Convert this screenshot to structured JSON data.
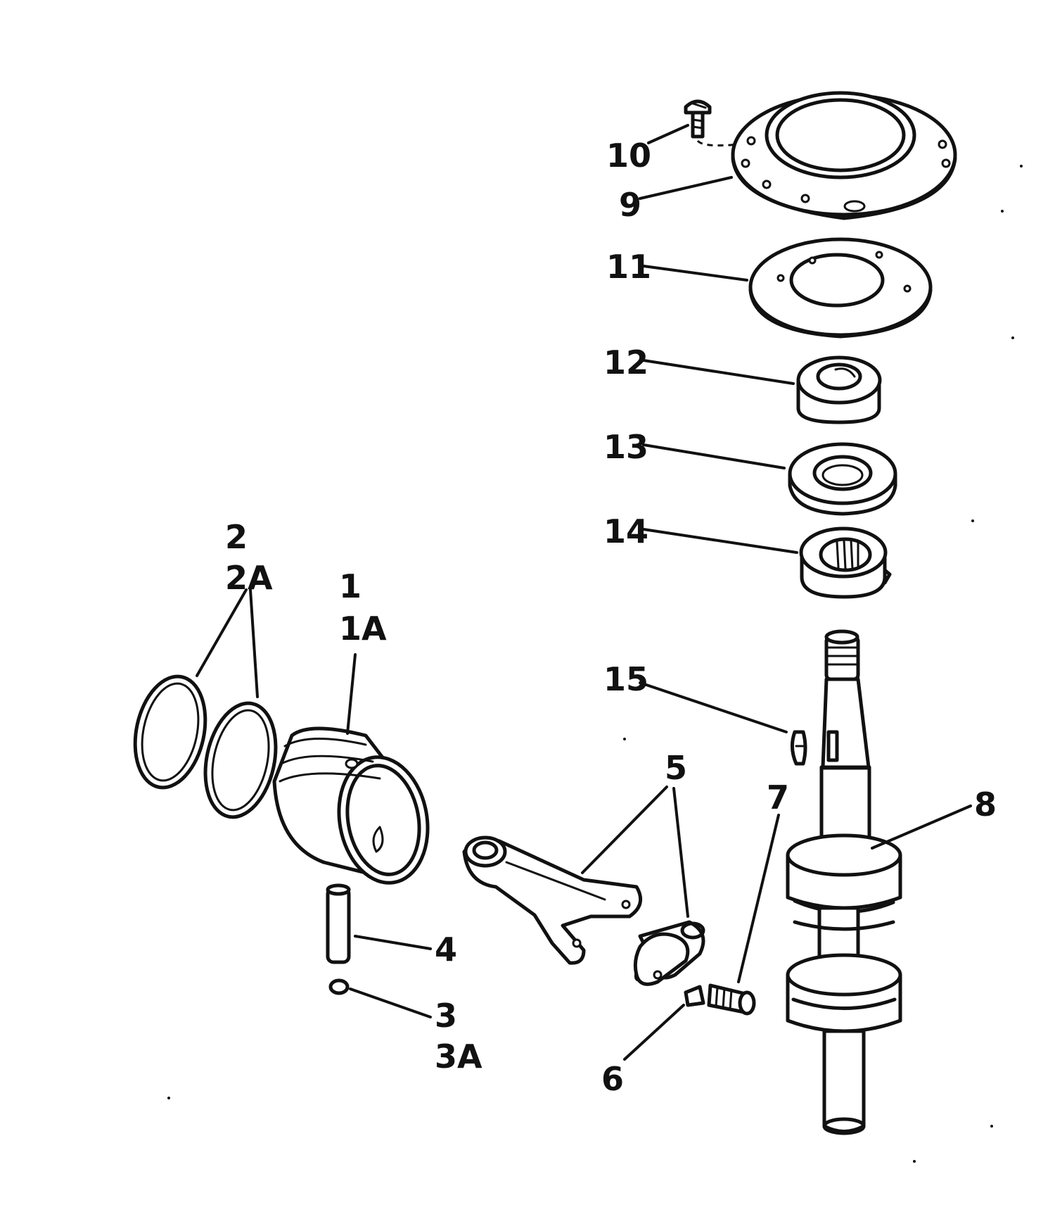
{
  "diagram": {
    "callouts": {
      "c1": "1",
      "c1a": "1A",
      "c2": "2",
      "c2a": "2A",
      "c3": "3",
      "c3a": "3A",
      "c4": "4",
      "c5": "5",
      "c6": "6",
      "c7": "7",
      "c8": "8",
      "c9": "9",
      "c10": "10",
      "c11": "11",
      "c12": "12",
      "c13": "13",
      "c14": "14",
      "c15": "15"
    }
  }
}
